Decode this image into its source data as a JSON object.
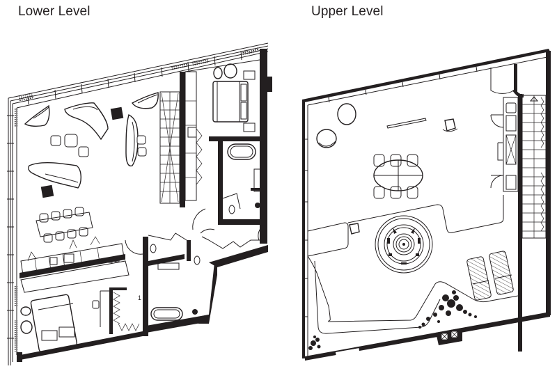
{
  "figure": {
    "type": "architectural floor plan",
    "background_color": "#ffffff",
    "line_color": "#231f20"
  },
  "levels": [
    {
      "id": "lower",
      "title": "Lower Level",
      "rooms": [
        "Living area with sculptural sofas and ottomans",
        "Dining table with 8 chairs",
        "Kitchen island and counters",
        "Staircase",
        "Master bedroom",
        "Master bathroom with freestanding tub",
        "Second bedroom",
        "Walk-in closet",
        "Second bathroom with tub",
        "Powder room",
        "Entry hall"
      ],
      "annotations": [
        "1"
      ]
    },
    {
      "id": "upper",
      "title": "Upper Level",
      "rooms": [
        "Open roof terrace / lounge",
        "Dining table with 6 chairs",
        "Circular hot tub",
        "Two sun loungers",
        "Planter with greenery",
        "Kitchenette / bar",
        "Staircase"
      ],
      "annotations": []
    }
  ]
}
